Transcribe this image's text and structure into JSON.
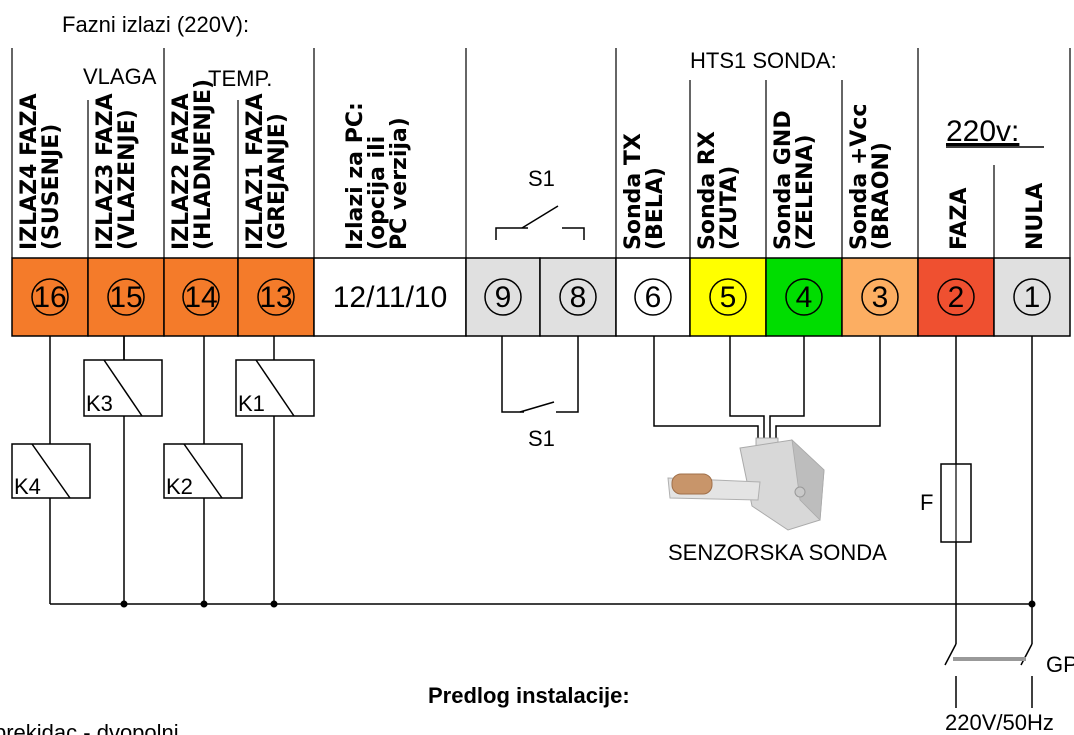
{
  "header": {
    "phase_outputs_title": "Fazni izlazi (220V):",
    "vlaga_label": "VLAGA",
    "temp_label": "TEMP.",
    "hts1_label": "HTS1 SONDA:",
    "power_label": "220v:"
  },
  "column_labels": {
    "c16": [
      "IZLAZ4 FAZA",
      "(SUSENJE)"
    ],
    "c15": [
      "IZLAZ3 FAZA",
      "(VLAZENJE)"
    ],
    "c14": [
      "IZLAZ2 FAZA",
      "(HLADNJENJE)"
    ],
    "c13": [
      "IZLAZ1 FAZA",
      "(GREJANJE)"
    ],
    "pc": [
      "Izlazi za PC:",
      "(opcija ili",
      "PC verzija)"
    ],
    "s1": "S1",
    "c6": [
      "Sonda TX",
      "(BELA)"
    ],
    "c5": [
      "Sonda RX",
      "(ZUTA)"
    ],
    "c4": [
      "Sonda GND",
      "(ZELENA)"
    ],
    "c3": [
      "Sonda +Vcc",
      "(BRAON)"
    ],
    "c2": "FAZA",
    "c1": "NULA"
  },
  "terminals": [
    "16",
    "15",
    "14",
    "13",
    "12/11/10",
    "9",
    "8",
    "6",
    "5",
    "4",
    "3",
    "2",
    "1"
  ],
  "colors": {
    "orange": "#f47b2a",
    "grey": "#e0e0e0",
    "white": "#ffffff",
    "yellow": "#ffff00",
    "green": "#00dd00",
    "light_orange": "#fcae62",
    "red": "#ef5030",
    "line": "#000000",
    "bus": "#888888"
  },
  "relays": {
    "k1": "K1",
    "k2": "K2",
    "k3": "K3",
    "k4": "K4"
  },
  "labels": {
    "s1_bottom": "S1",
    "sensor": "SENZORSKA SONDA",
    "fuse": "F",
    "gp": "GP",
    "mains": "220V/50Hz",
    "proposal": "Predlog instalacije:",
    "footnote": "prekidac - dvopolni"
  }
}
